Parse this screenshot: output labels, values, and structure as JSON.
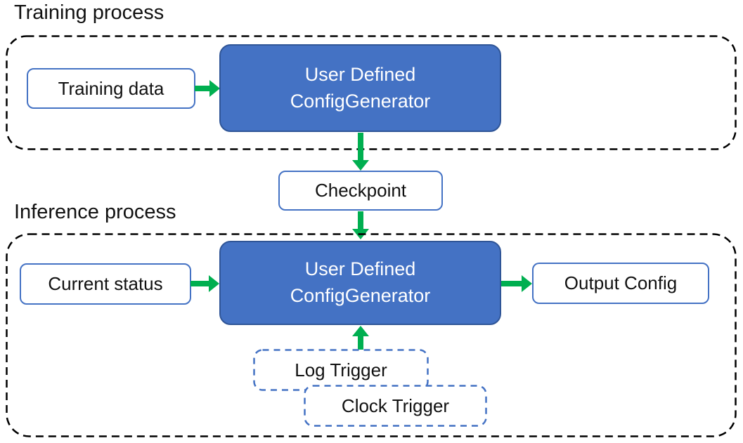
{
  "training": {
    "title": "Training process",
    "input_box": "Training data",
    "generator_line1": "User Defined",
    "generator_line2": "ConfigGenerator"
  },
  "checkpoint": {
    "label": "Checkpoint"
  },
  "inference": {
    "title": "Inference process",
    "input_box": "Current status",
    "generator_line1": "User Defined",
    "generator_line2": "ConfigGenerator",
    "output_box": "Output Config",
    "triggers": [
      "Log Trigger",
      "Clock Trigger"
    ]
  },
  "colors": {
    "node_fill": "#4472C4",
    "node_border": "#2F5597",
    "white_box_border": "#4472C4",
    "trigger_border": "#4472C4",
    "arrow_green": "#00AF50",
    "container_dash": "#000000",
    "text_dark": "#111111",
    "text_light": "#FFFFFF"
  }
}
